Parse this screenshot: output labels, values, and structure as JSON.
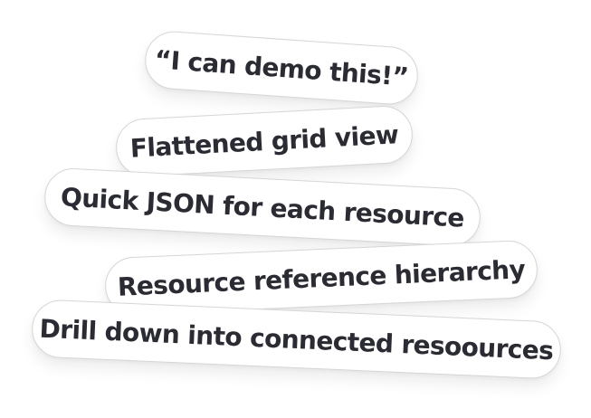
{
  "pills": [
    {
      "text": "“I can demo this!”"
    },
    {
      "text": "Flattened grid view"
    },
    {
      "text": "Quick JSON for each resource"
    },
    {
      "text": "Resource reference hierarchy"
    },
    {
      "text": "Drill down into connected resoources"
    }
  ]
}
